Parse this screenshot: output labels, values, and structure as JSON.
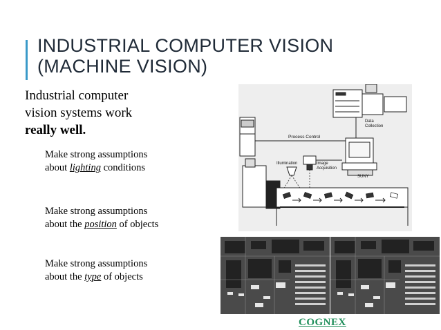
{
  "slide": {
    "title": "Industrial Computer Vision (Machine Vision)",
    "intro": {
      "line1": "Industrial computer",
      "line2": "vision systems work",
      "emphasis": "really well."
    },
    "bullets": [
      {
        "pre": "Make strong assumptions about",
        "key": "lighting",
        "post": "conditions"
      },
      {
        "pre": "Make strong assumptions about the",
        "key": "position",
        "post": "of objects"
      },
      {
        "pre": "Make strong assumptions about the",
        "key": "type",
        "post": "of objects"
      }
    ],
    "link": "COGNEX"
  },
  "diagram": {
    "labels": {
      "data_collection_1": "Data",
      "data_collection_2": "Collection",
      "process_control": "Process Control",
      "illumination": "Illumination",
      "image_acquisition_1": "Image",
      "image_acquisition_2": "Acquisition",
      "suny": "SUNY"
    }
  },
  "colors": {
    "title": "#1f2a37",
    "accent": "#3a9ac9",
    "link": "#1e8e5a"
  }
}
